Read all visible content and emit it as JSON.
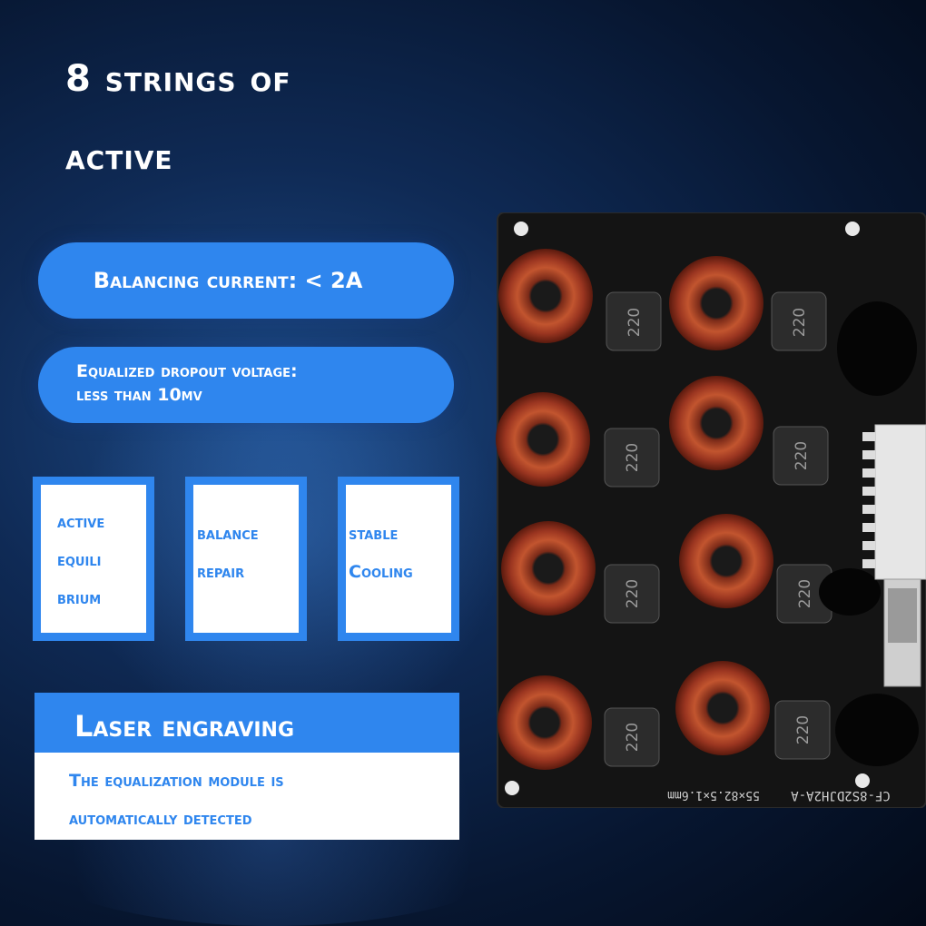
{
  "headline": {
    "line1": "8 strings of",
    "line2": "active"
  },
  "specs": {
    "balancing_current": "Balancing current: < 2A",
    "dropout_line1": "Equalized dropout voltage:",
    "dropout_line2": "less than 10mv"
  },
  "features": [
    {
      "lines": [
        "active",
        "equili",
        "brium"
      ]
    },
    {
      "lines": [
        "balance",
        "repair"
      ]
    },
    {
      "lines": [
        "stable",
        "Cooling"
      ]
    }
  ],
  "laser": {
    "title": "Laser engraving",
    "desc_line1": "The equalization module is",
    "desc_line2": "automatically detected"
  },
  "board": {
    "inductor_label": "220",
    "model": "CF-8S2DJH2A-A",
    "dimensions": "55×82.5×1.6mm"
  },
  "colors": {
    "accent": "#2f86ee",
    "background": "#0f2a55",
    "pcb": "#151515",
    "copper": "#b5472a"
  }
}
